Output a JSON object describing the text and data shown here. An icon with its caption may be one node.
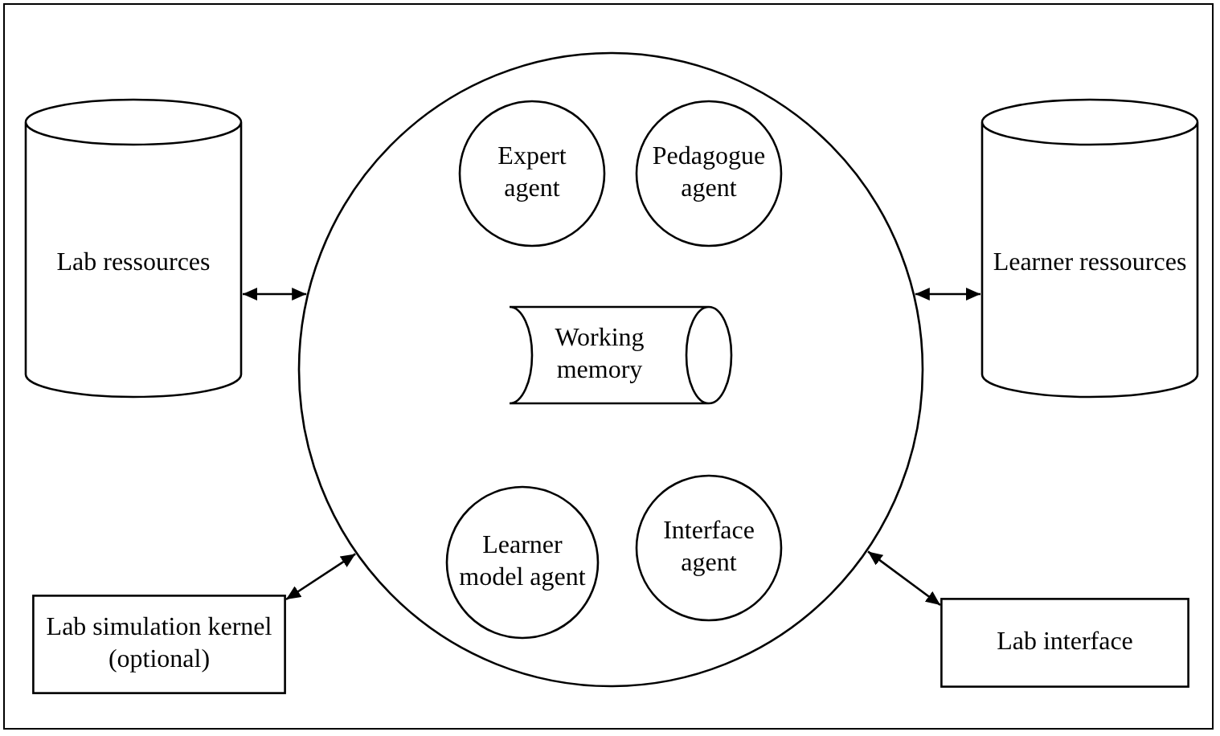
{
  "diagram": {
    "nodes": [
      {
        "text": [],
        "shape": "circle"
      },
      {
        "text": [
          "Expert agent"
        ],
        "in": 0
      },
      {
        "text": [
          "Pedagogue agent"
        ],
        "in": 0
      },
      {
        "text": [
          "Working memory"
        ],
        "in": 0
      },
      {
        "text": [
          "Learner model agent"
        ],
        "in": 0
      },
      {
        "text": [
          "Interface agent"
        ],
        "in": 0
      },
      {
        "text": [
          "Lab ressources"
        ]
      },
      {
        "text": [
          "Learner ressources"
        ]
      },
      {
        "text": [
          "Lab simulation kernel (optional)"
        ]
      },
      {
        "text": [
          "Lab interface"
        ]
      }
    ],
    "edges": [
      {
        "from": 6,
        "to": 0,
        "arrow": "both"
      },
      {
        "from": 0,
        "to": 7,
        "arrow": "both"
      },
      {
        "from": 8,
        "to": 0,
        "arrow": "both"
      },
      {
        "from": 0,
        "to": 9,
        "arrow": "both"
      }
    ]
  }
}
